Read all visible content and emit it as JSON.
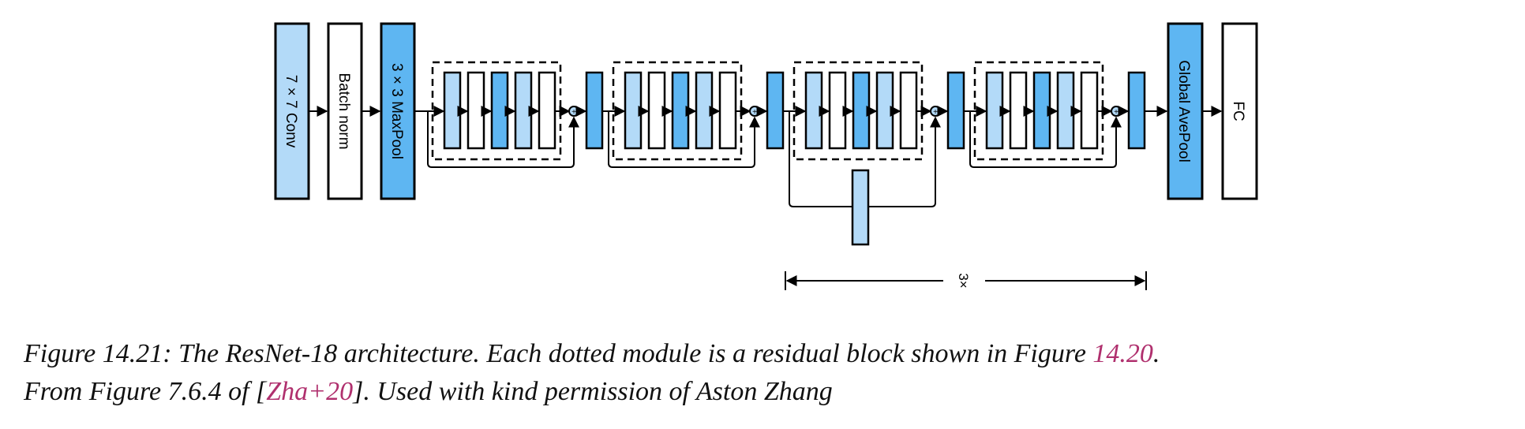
{
  "diagram": {
    "stem_labels": [
      "7 × 7 Conv",
      "Batch norm",
      "3 × 3 MaxPool"
    ],
    "head_labels": [
      "Global AvePool",
      "FC"
    ],
    "repeat_label": "3×",
    "colors": {
      "light_blue": "#b3daf8",
      "mid_blue": "#5eb6f2",
      "white": "#ffffff",
      "stroke": "#000000"
    }
  },
  "caption": {
    "line1_prefix": "Figure 14.21: The ResNet-18 architecture. Each dotted module is a residual block shown in Figure ",
    "line1_ref": "14.20",
    "line1_suffix": ".",
    "line2_prefix": "From Figure 7.6.4 of [",
    "line2_ref": "Zha+20",
    "line2_suffix": "]. Used with kind permission of Aston Zhang"
  }
}
